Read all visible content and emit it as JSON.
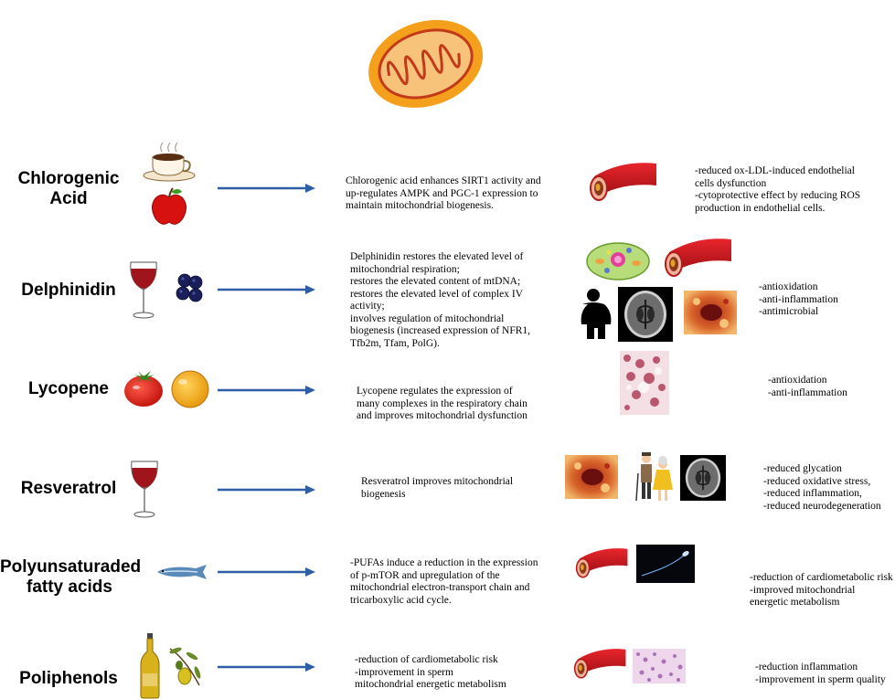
{
  "rows": [
    {
      "name_lines": [
        "Chlorogenic",
        "Acid"
      ],
      "food_icons": [
        "coffee-cup-icon",
        "apple-icon"
      ],
      "mechanism_lines": [
        "Chlorogenic acid enhances SIRT1 activity and",
        "up-regulates AMPK and PGC-1 expression to",
        "maintain mitochondrial biogenesis."
      ],
      "target_icons": [
        "blood-vessel-icon"
      ],
      "effect_lines": [
        "-reduced ox-LDL-induced endothelial",
        "cells dysfunction",
        "-cytoprotective effect by reducing ROS",
        "production in endothelial cells."
      ]
    },
    {
      "name_lines": [
        "Delphinidin"
      ],
      "food_icons": [
        "wine-glass-icon",
        "blackberries-icon"
      ],
      "mechanism_lines": [
        "Delphinidin restores the elevated level of",
        "mitochondrial respiration;",
        "restores the elevated content of mtDNA;",
        "restores the elevated level of complex IV",
        "activity;",
        "involves regulation of mitochondrial",
        "biogenesis (increased expression of NFR1,",
        "Tfb2m, Tfam, PolG)."
      ],
      "target_icons": [
        "cell-icon",
        "blood-vessel-icon",
        "obese-person-icon",
        "brain-ct-icon",
        "inflamed-tissue-icon"
      ],
      "effect_lines": [
        "-antioxidation",
        "-anti-inflammation",
        "-antimicrobial"
      ]
    },
    {
      "name_lines": [
        "Lycopene"
      ],
      "food_icons": [
        "tomato-icon",
        "grapefruit-icon"
      ],
      "mechanism_lines": [
        "Lycopene regulates the expression of",
        "many complexes in the respiratory chain",
        "and improves mitochondrial dysfunction"
      ],
      "target_icons": [
        "tissue-histology-icon"
      ],
      "effect_lines": [
        "-antioxidation",
        "-anti-inflammation"
      ]
    },
    {
      "name_lines": [
        "Resveratrol"
      ],
      "food_icons": [
        "wine-glass-icon"
      ],
      "mechanism_lines": [
        "Resveratrol improves mitochondrial",
        "biogenesis"
      ],
      "target_icons": [
        "inflamed-tissue-icon",
        "elderly-couple-icon",
        "brain-ct-icon"
      ],
      "effect_lines": [
        "-reduced glycation",
        "-reduced oxidative stress,",
        "-reduced inflammation,",
        "-reduced neurodegeneration"
      ]
    },
    {
      "name_lines": [
        "Polyunsaturaded",
        "fatty acids"
      ],
      "food_icons": [
        "fish-icon"
      ],
      "mechanism_lines": [
        "-PUFAs induce a reduction in the expression",
        "of p-mTOR and upregulation of the",
        "mitochondrial electron-transport chain and",
        "tricarboxylic acid cycle."
      ],
      "target_icons": [
        "blood-vessel-icon",
        "sperm-icon"
      ],
      "effect_lines": [
        "-reduction of cardiometabolic risk",
        "-improved mitochondrial",
        "energetic metabolism"
      ]
    },
    {
      "name_lines": [
        "Poliphenols"
      ],
      "food_icons": [
        "olive-oil-bottle-icon",
        "olive-branch-icon"
      ],
      "mechanism_lines": [
        "-reduction of cardiometabolic risk",
        "-improvement in sperm",
        "mitochondrial energetic metabolism"
      ],
      "target_icons": [
        "blood-vessel-icon",
        "testis-histology-icon"
      ],
      "effect_lines": [
        "-reduction inflammation",
        "-improvement in sperm quality"
      ]
    }
  ],
  "colors": {
    "mito_outer": "#f5a01d",
    "mito_inner": "#f7c37a",
    "mito_cristae": "#c23a1a",
    "arrow": "#2e5fa6"
  }
}
